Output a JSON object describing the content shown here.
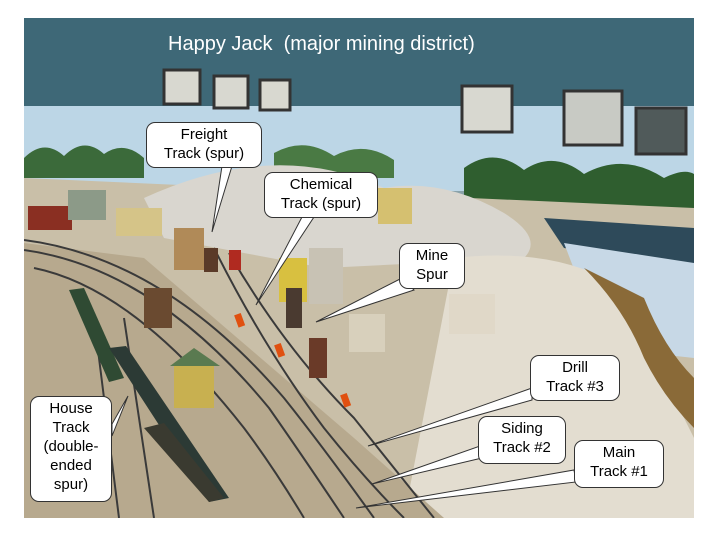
{
  "title": "Happy Jack  (major mining district)",
  "callouts": {
    "freight": "Freight\nTrack (spur)",
    "chemical": "Chemical\nTrack (spur)",
    "mine": "Mine\nSpur",
    "drill": "Drill\nTrack #3",
    "house": "House\nTrack\n(double-\nended\nspur)",
    "siding": "Siding\nTrack #2",
    "main": "Main\nTrack #1"
  },
  "colors": {
    "backdrop_wall": "#3e6877",
    "sky": "#bcd6e6",
    "label_fill": "#ffffff",
    "label_border": "#333333"
  }
}
